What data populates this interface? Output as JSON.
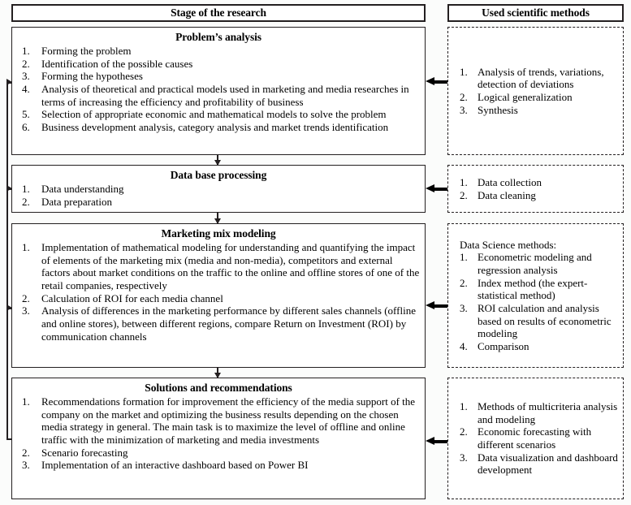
{
  "headers": {
    "left": "Stage of the research",
    "right": "Used scientific methods"
  },
  "stages": [
    {
      "id": "problems-analysis",
      "title": "Problem’s analysis",
      "items": [
        "Forming the problem",
        "Identification of the possible causes",
        "Forming the hypotheses",
        "Analysis of theoretical and practical models used in marketing and media researches in terms of increasing the efficiency and profitability of business",
        "Selection of appropriate economic and mathematical models to solve the problem",
        "Business development analysis, category analysis and market trends identification"
      ]
    },
    {
      "id": "data-base-processing",
      "title": "Data base processing",
      "items": [
        "Data understanding",
        "Data preparation"
      ]
    },
    {
      "id": "marketing-mix-modeling",
      "title": "Marketing mix modeling",
      "items": [
        "Implementation of mathematical modeling for understanding and quantifying the impact of elements of the marketing mix (media and non-media), competitors and external factors about market conditions on the traffic to the online and offline stores of one of the retail companies, respectively",
        "Calculation of ROI for each media channel",
        "Analysis of differences in the marketing performance by different sales channels (offline and online stores), between different regions, compare Return on Investment (ROI) by communication channels"
      ]
    },
    {
      "id": "solutions-and-recommendations",
      "title": "Solutions and recommendations",
      "items": [
        "Recommendations formation for improvement the efficiency of the media support of the company on the market and optimizing the business results depending on the chosen media strategy in general. The main task is to maximize the level of offline and online traffic with the minimization of marketing and media investments",
        "Scenario forecasting",
        "Implementation of an interactive dashboard based on Power BI"
      ]
    }
  ],
  "methods": [
    {
      "id": "methods-problems-analysis",
      "lead": "",
      "items": [
        "Analysis of trends, variations, detection of deviations",
        "Logical generalization",
        "Synthesis"
      ]
    },
    {
      "id": "methods-data-base-processing",
      "lead": "",
      "items": [
        "Data collection",
        "Data cleaning"
      ]
    },
    {
      "id": "methods-marketing-mix-modeling",
      "lead": "Data Science methods:",
      "items": [
        "Econometric modeling and regression analysis",
        "Index method (the expert-statistical method)",
        "ROI calculation and analysis based on results of econometric modeling",
        "Comparison"
      ]
    },
    {
      "id": "methods-solutions-and-recommendations",
      "lead": "",
      "items": [
        "Methods of multicriteria analysis and modeling",
        "Economic forecasting with different scenarios",
        "Data visualization and dashboard development"
      ]
    }
  ],
  "colors": {
    "line": "#231f20",
    "arrow": "#000000",
    "box_background": "#ffffff",
    "page_background": "#fbfcfb"
  }
}
